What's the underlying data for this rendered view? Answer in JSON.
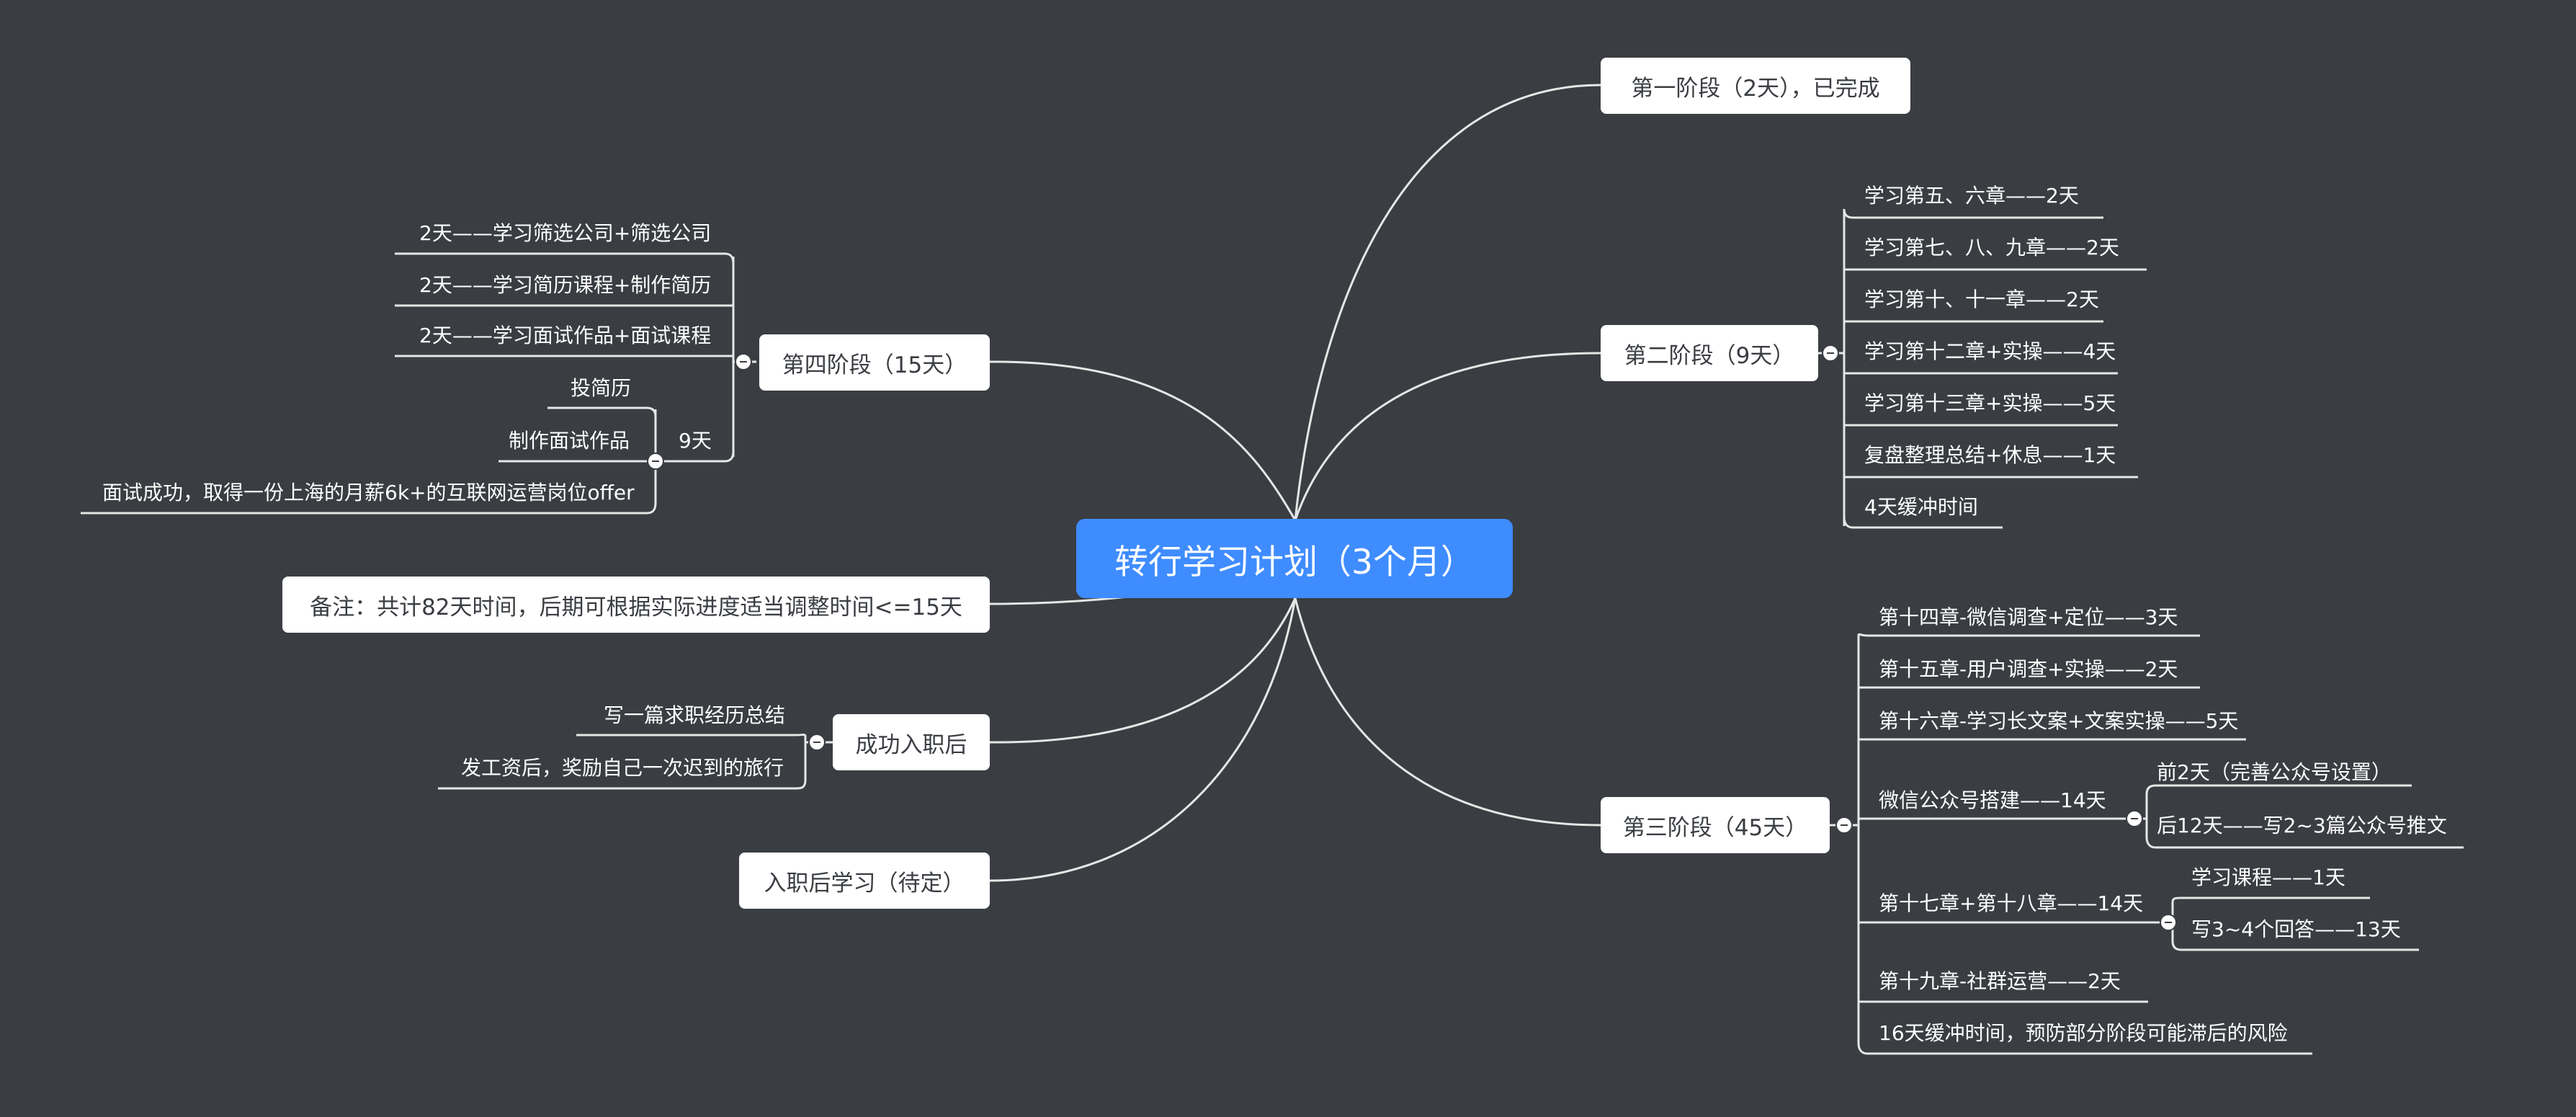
{
  "root": "转行学习计划（3个月）",
  "phase1": "第一阶段（2天），已完成",
  "phase2": {
    "title": "第二阶段（9天）",
    "items": [
      "学习第五、六章——2天",
      "学习第七、八、九章——2天",
      "学习第十、十一章——2天",
      "学习第十二章+实操——4天",
      "学习第十三章+实操——5天",
      "复盘整理总结+休息——1天",
      "4天缓冲时间"
    ]
  },
  "phase3": {
    "title": "第三阶段（45天）",
    "items": [
      "第十四章-微信调查+定位——3天",
      "第十五章-用户调查+实操——2天",
      "第十六章-学习长文案+文案实操——5天",
      "微信公众号搭建——14天",
      "第十七章+第十八章——14天",
      "第十九章-社群运营——2天",
      "16天缓冲时间，预防部分阶段可能滞后的风险"
    ],
    "wechat_sub": [
      "前2天（完善公众号设置）",
      "后12天——写2~3篇公众号推文"
    ],
    "ch17_sub": [
      "学习课程——1天",
      "写3~4个回答——13天"
    ]
  },
  "phase4": {
    "title": "第四阶段（15天）",
    "items": [
      "2天——学习筛选公司+筛选公司",
      "2天——学习简历课程+制作简历",
      "2天——学习面试作品+面试课程",
      "9天"
    ],
    "nine_sub": [
      "投简历",
      "制作面试作品",
      "面试成功，取得一份上海的月薪6k+的互联网运营岗位offer"
    ]
  },
  "note": "备注：共计82天时间，后期可根据实际进度适当调整时间<=15天",
  "after_job": {
    "title": "成功入职后",
    "items": [
      "写一篇求职经历总结",
      "发工资后，奖励自己一次迟到的旅行"
    ]
  },
  "learn_after": "入职后学习（待定）",
  "colors": {
    "background": "#3a3d42",
    "root": "#3f8cff",
    "line": "#e6e6e6",
    "node": "#ffffff"
  }
}
